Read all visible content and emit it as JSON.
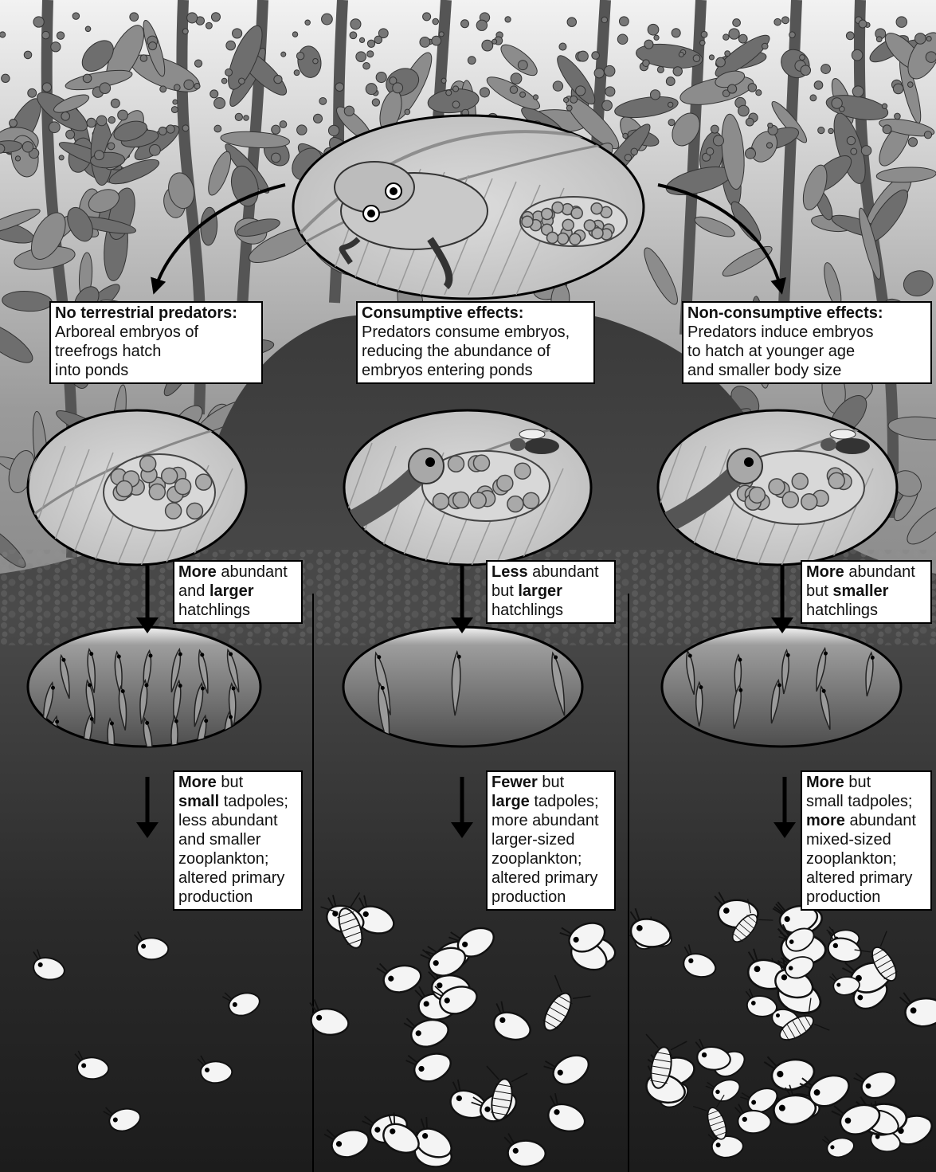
{
  "columns": [
    {
      "id": "no-predators",
      "header": {
        "title": "No terrestrial predators:",
        "lines": [
          "Arboreal embryos of",
          "treefrogs hatch",
          "into ponds"
        ]
      },
      "hatchlings": [
        [
          {
            "b": "More"
          },
          {
            "t": " abundant"
          }
        ],
        [
          {
            "t": "and "
          },
          {
            "b": "larger"
          }
        ],
        [
          {
            "t": "hatchlings"
          }
        ]
      ],
      "outcome": [
        [
          {
            "b": "More"
          },
          {
            "t": " but"
          }
        ],
        [
          {
            "b": "small"
          },
          {
            "t": " tadpoles;"
          }
        ],
        [
          {
            "t": "less abundant"
          }
        ],
        [
          {
            "t": "and smaller"
          }
        ],
        [
          {
            "t": "zooplankton;"
          }
        ],
        [
          {
            "t": "altered primary"
          }
        ],
        [
          {
            "t": "production"
          }
        ]
      ]
    },
    {
      "id": "consumptive",
      "header": {
        "title": "Consumptive effects:",
        "lines": [
          "Predators consume embryos,",
          "reducing the abundance of",
          "embryos entering ponds"
        ]
      },
      "hatchlings": [
        [
          {
            "b": "Less"
          },
          {
            "t": " abundant"
          }
        ],
        [
          {
            "t": "but "
          },
          {
            "b": "larger"
          }
        ],
        [
          {
            "t": "hatchlings"
          }
        ]
      ],
      "outcome": [
        [
          {
            "b": "Fewer"
          },
          {
            "t": " but"
          }
        ],
        [
          {
            "b": "large"
          },
          {
            "t": " tadpoles;"
          }
        ],
        [
          {
            "t": "more abundant"
          }
        ],
        [
          {
            "t": "larger-sized"
          }
        ],
        [
          {
            "t": "zooplankton;"
          }
        ],
        [
          {
            "t": "altered primary"
          }
        ],
        [
          {
            "t": "production"
          }
        ]
      ]
    },
    {
      "id": "non-consumptive",
      "header": {
        "title": "Non-consumptive effects:",
        "lines": [
          "Predators induce embryos",
          "to hatch at younger age",
          "and smaller body size"
        ]
      },
      "hatchlings": [
        [
          {
            "b": "More"
          },
          {
            "t": " abundant"
          }
        ],
        [
          {
            "t": "but "
          },
          {
            "b": "smaller"
          }
        ],
        [
          {
            "t": "hatchlings"
          }
        ]
      ],
      "outcome": [
        [
          {
            "b": "More"
          },
          {
            "t": " but"
          }
        ],
        [
          {
            "t": "small tadpoles;"
          }
        ],
        [
          {
            "b": "more"
          },
          {
            "t": " abundant"
          }
        ],
        [
          {
            "t": "mixed-sized"
          }
        ],
        [
          {
            "t": "zooplankton;"
          }
        ],
        [
          {
            "t": "altered primary"
          }
        ],
        [
          {
            "t": "production"
          }
        ]
      ]
    }
  ],
  "tadpole_counts": [
    22,
    4,
    9
  ]
}
